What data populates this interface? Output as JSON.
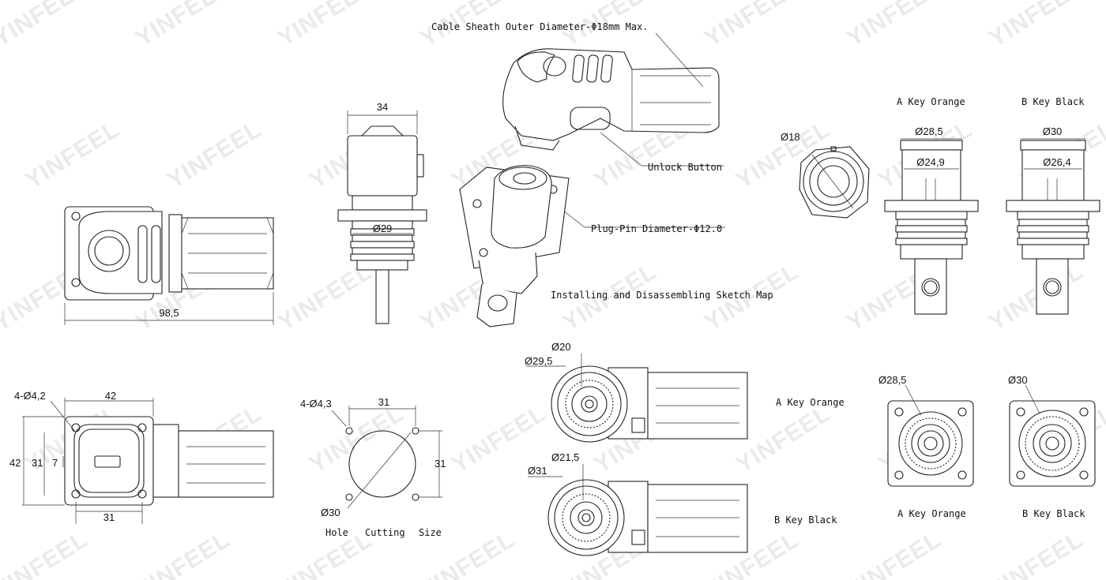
{
  "watermark": "YINFEEL",
  "callouts": {
    "cable_sheath": "Cable Sheath Outer Diameter-Φ18mm Max.",
    "unlock_button": "Unlock Button",
    "plug_pin": "Plug-Pin Diameter-Φ12.0",
    "install_sketch": "Installing and Disassembling Sketch Map"
  },
  "side_view": {
    "length": "98,5"
  },
  "front_view": {
    "width": "34",
    "flange_diameter": "Ø29"
  },
  "flange_view": {
    "holes": "4-Ø4,2",
    "width_outer": "42",
    "height_outer": "42",
    "height_inner": "31",
    "slot": "7",
    "width_inner": "31"
  },
  "hole_cutting": {
    "holes": "4-Ø4,3",
    "spacing_h": "31",
    "spacing_v": "31",
    "diameter": "Ø30",
    "caption_words": [
      "Hole",
      "Cutting",
      "Size"
    ]
  },
  "a_key_top": {
    "label": "A Key Orange",
    "outer": "Ø28,5",
    "inner": "Ø24,9"
  },
  "b_key_top": {
    "label": "B Key Black",
    "outer": "Ø30",
    "inner": "Ø26,4"
  },
  "top_circle": {
    "diameter": "Ø18"
  },
  "a_key_side": {
    "inner": "Ø20",
    "outer": "Ø29,5",
    "label": "A Key Orange"
  },
  "b_key_side": {
    "inner": "Ø21,5",
    "outer": "Ø31",
    "label": "B Key Black"
  },
  "a_key_face": {
    "diameter": "Ø28,5",
    "label": "A Key Orange"
  },
  "b_key_face": {
    "diameter": "Ø30",
    "label": "B Key Black"
  }
}
